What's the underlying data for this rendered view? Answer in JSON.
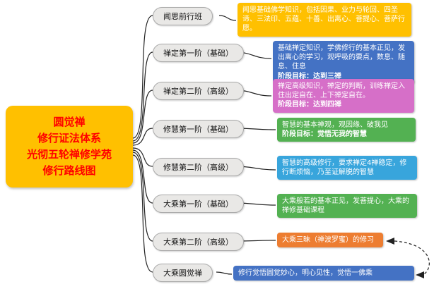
{
  "center": {
    "line1": "圆觉禅",
    "line2": "修行证法体系",
    "line3": "光彻五轮禅修学苑",
    "line4": "修行路线图",
    "bg": "#FFC000",
    "text_color": "#FF0000"
  },
  "branches": [
    {
      "label": "闻思前行班",
      "detail": "闻思基础佛学知识，包括因果、业力与轮回、四圣谛、三法印、五蕴、十善、出离心、菩提心、菩萨行愿。",
      "goal": "",
      "color": "#FFC000"
    },
    {
      "label": "禅定第一阶（基础）",
      "detail": "基础禅定知识，学佛修行的基本正见，发出离心的学习，观呼吸的要点，数息、随息、住息",
      "goal": "阶段目标：达到三禅",
      "color": "#4472C4"
    },
    {
      "label": "禅定第二阶（高级）",
      "detail": "禅定高级知识，禅定的判断，训练禅定入住出定自在、上下禅定自在。",
      "goal": "阶段目标：达到四禅",
      "color": "#D66FC8"
    },
    {
      "label": "修慧第一阶（基础）",
      "detail": "智慧的基本禅观，观因缘、破我见",
      "goal": "阶段目标：觉悟无我的智慧",
      "color": "#53B152"
    },
    {
      "label": "修慧第二阶（高级）",
      "detail": "智慧的高级修行，要求禅定4禅稳定，修行断烦恼，乃至证解脱的智慧",
      "goal": "",
      "color": "#38A5DC"
    },
    {
      "label": "大乘第一阶（基础）",
      "detail": "大乘般若的基本正见，发菩提心，大乘的禅修基础课程",
      "goal": "",
      "color": "#53B152"
    },
    {
      "label": "大乘第二阶（高级）",
      "detail": "大乘三昧（禅波罗蜜）的修习",
      "goal": "",
      "color": "#ED7D31"
    },
    {
      "label": "大乘圆觉禅",
      "detail": "修行觉悟圆觉妙心，明心见性，觉悟一佛乘",
      "goal": "",
      "color": "#4472C4"
    }
  ]
}
